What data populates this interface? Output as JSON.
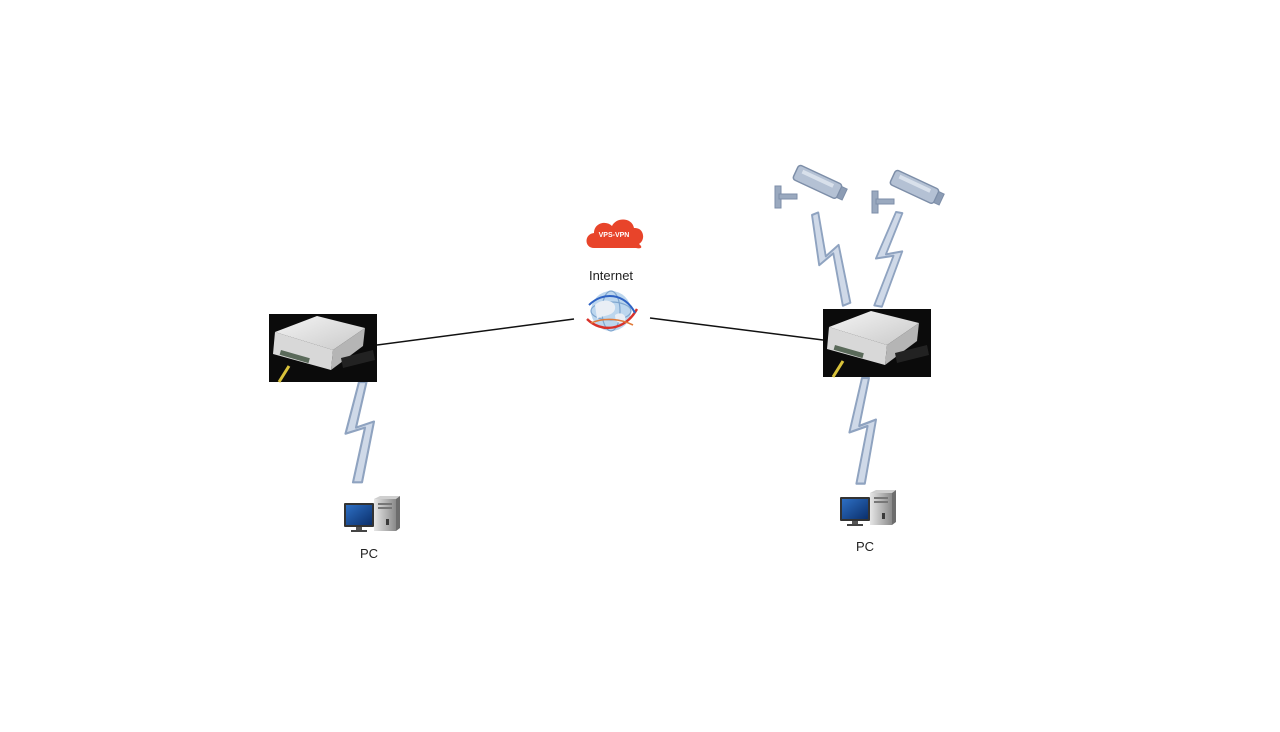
{
  "diagram": {
    "vpn_cloud": {
      "label": "VPS-VPN",
      "color": "#e8442a",
      "icon": "cloud-icon"
    },
    "internet": {
      "label": "Internet",
      "icon": "globe-icon"
    },
    "left_site": {
      "router_icon": "router-photo",
      "pc_label": "PC",
      "pc_icon": "desktop-computer-icon"
    },
    "right_site": {
      "router_icon": "router-photo",
      "pc_label": "PC",
      "pc_icon": "desktop-computer-icon",
      "camera_icon": "security-camera-icon",
      "camera_count": 2
    },
    "colors": {
      "wired_link": "#111111",
      "wireless_link": "#8fa3c0",
      "wireless_link_fill": "#cfd9e8",
      "camera": "#9aa9bf"
    }
  }
}
